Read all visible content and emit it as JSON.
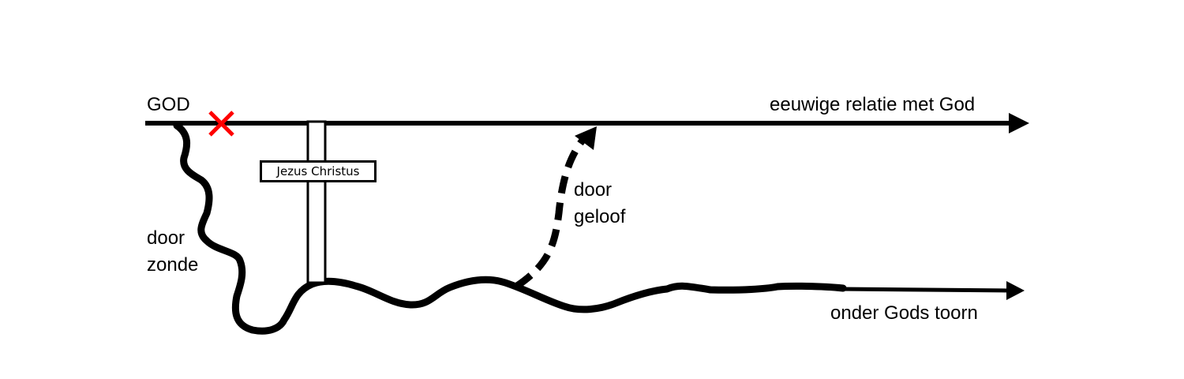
{
  "labels": {
    "god": "GOD",
    "eternal_relation": "eeuwige relatie met God",
    "by_sin_1": "door",
    "by_sin_2": "zonde",
    "jesus": "Jezus Christus",
    "by_faith_1": "door",
    "by_faith_2": "geloof",
    "under_wrath": "onder Gods toorn"
  },
  "colors": {
    "line": "#000000",
    "cross_mark": "#ff0000"
  }
}
